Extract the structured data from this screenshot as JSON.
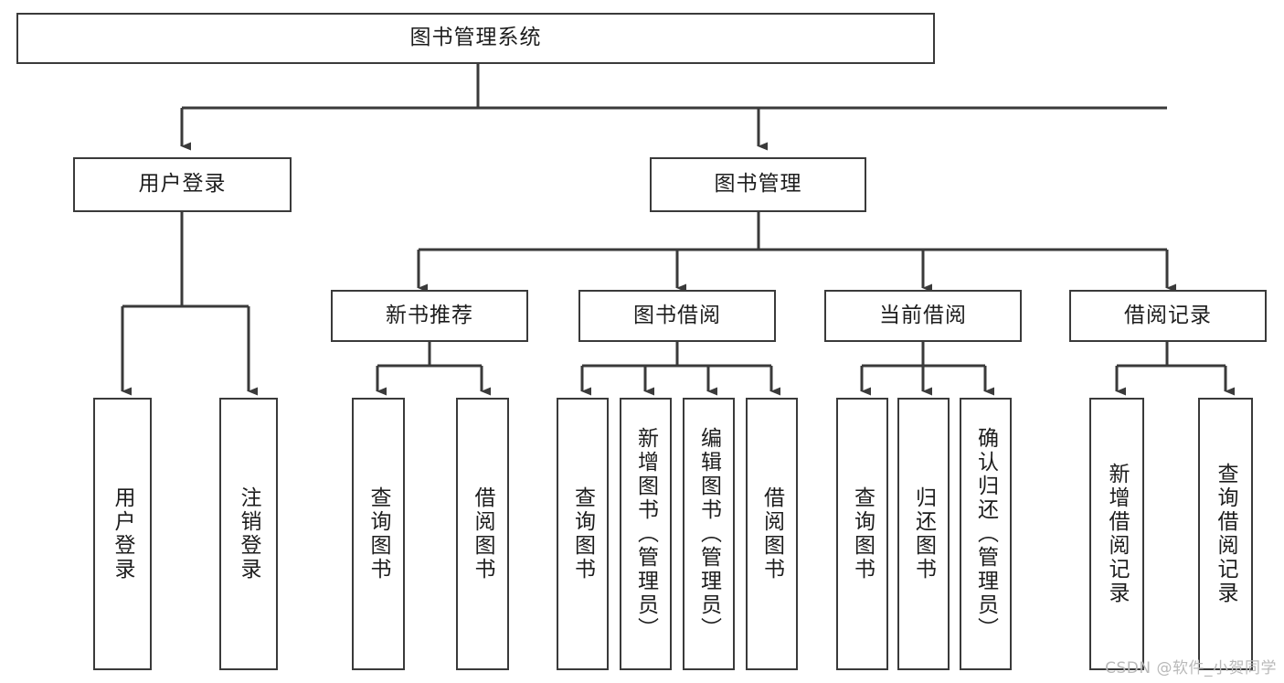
{
  "diagram": {
    "type": "tree",
    "title": "图书管理系统",
    "root": {
      "label": "图书管理系统"
    },
    "level2": [
      {
        "label": "用户登录"
      },
      {
        "label": "图书管理"
      }
    ],
    "level3": [
      {
        "label": "新书推荐"
      },
      {
        "label": "图书借阅"
      },
      {
        "label": "当前借阅"
      },
      {
        "label": "借阅记录"
      }
    ],
    "leaves": {
      "user_login": [
        {
          "label": "用户登录"
        },
        {
          "label": "注销登录"
        }
      ],
      "new_book_recommend": [
        {
          "label": "查询图书"
        },
        {
          "label": "借阅图书"
        }
      ],
      "book_borrow": [
        {
          "label": "查询图书"
        },
        {
          "label": "新增图书（管理员）"
        },
        {
          "label": "编辑图书（管理员）"
        },
        {
          "label": "借阅图书"
        }
      ],
      "current_borrow": [
        {
          "label": "查询图书"
        },
        {
          "label": "归还图书"
        },
        {
          "label": "确认归还（管理员）"
        }
      ],
      "borrow_records": [
        {
          "label": "新增借阅记录"
        },
        {
          "label": "查询借阅记录"
        }
      ]
    },
    "watermark": "CSDN @软件_小贺同学",
    "colors": {
      "stroke": "#3a3a3a",
      "background": "#ffffff",
      "text": "#1d1d1d",
      "watermark": "#b9b9b9"
    }
  }
}
